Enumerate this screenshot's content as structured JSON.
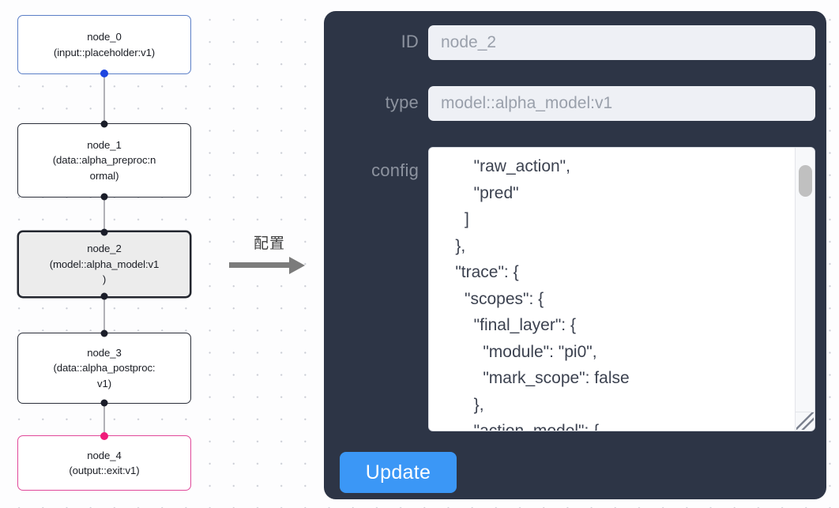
{
  "flow": {
    "nodes": [
      {
        "id": "node_0",
        "title": "node_0",
        "subtitle": "(input::placeholder:v1)",
        "kind": "input",
        "selected": false,
        "border_color": "#5b7fc7",
        "handle_color": "#1e45e0"
      },
      {
        "id": "node_1",
        "title": "node_1",
        "subtitle_line1": "(data::alpha_preproc:n",
        "subtitle_line2": "ormal)",
        "kind": "data",
        "selected": false,
        "border_color": "#2b2f3a",
        "handle_color": "#1a1d29"
      },
      {
        "id": "node_2",
        "title": "node_2",
        "subtitle_line1": "(model::alpha_model:v1",
        "subtitle_line2": ")",
        "kind": "model",
        "selected": true,
        "border_color": "#23262f",
        "fill_color": "#ececec",
        "handle_color": "#1a1d29"
      },
      {
        "id": "node_3",
        "title": "node_3",
        "subtitle_line1": "(data::alpha_postproc:",
        "subtitle_line2": "v1)",
        "kind": "data",
        "selected": false,
        "border_color": "#2b2f3a",
        "handle_color": "#1a1d29"
      },
      {
        "id": "node_4",
        "title": "node_4",
        "subtitle": "(output::exit:v1)",
        "kind": "output",
        "selected": false,
        "border_color": "#e0489a",
        "handle_color": "#f01b7a"
      }
    ],
    "edge_color": "#b1b1b7",
    "grid_dot_color": "#c9ccd4"
  },
  "annotation": {
    "label": "配置",
    "arrow_color": "#7b7b7b",
    "arrow_direction": "right"
  },
  "panel": {
    "background_color": "#2d3546",
    "fields": {
      "id": {
        "label": "ID",
        "value": "node_2",
        "placeholder": "node_2"
      },
      "type": {
        "label": "type",
        "value": "model::alpha_model:v1",
        "placeholder": "model::alpha_model:v1"
      },
      "config": {
        "label": "config",
        "value": "        \"raw_action\",\n        \"pred\"\n      ]\n    },\n    \"trace\": {\n      \"scopes\": {\n        \"final_layer\": {\n          \"module\": \"pi0\",\n          \"mark_scope\": false\n        },\n        \"action_model\": {",
        "scrollbar": {
          "visible": true,
          "thumb_color": "#c0c0c0"
        },
        "resize_handle": true
      }
    },
    "update_button": {
      "label": "Update",
      "color": "#3b97f6",
      "text_color": "#ffffff"
    }
  }
}
